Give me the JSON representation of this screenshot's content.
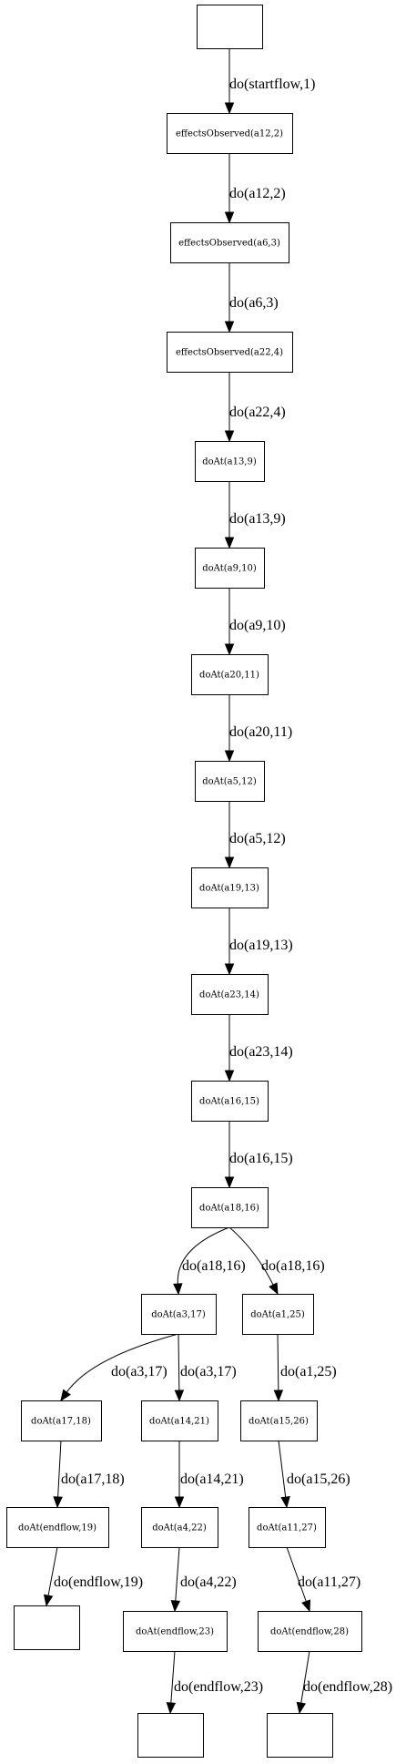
{
  "nodes": [
    {
      "id": "n0",
      "label": ""
    },
    {
      "id": "n1",
      "label": "effectsObserved(a12,2)"
    },
    {
      "id": "n2",
      "label": "effectsObserved(a6,3)"
    },
    {
      "id": "n3",
      "label": "effectsObserved(a22,4)"
    },
    {
      "id": "n4",
      "label": "doAt(a13,9)"
    },
    {
      "id": "n5",
      "label": "doAt(a9,10)"
    },
    {
      "id": "n6",
      "label": "doAt(a20,11)"
    },
    {
      "id": "n7",
      "label": "doAt(a5,12)"
    },
    {
      "id": "n8",
      "label": "doAt(a19,13)"
    },
    {
      "id": "n9",
      "label": "doAt(a23,14)"
    },
    {
      "id": "n10",
      "label": "doAt(a16,15)"
    },
    {
      "id": "n11",
      "label": "doAt(a18,16)"
    },
    {
      "id": "n12",
      "label": "doAt(a3,17)"
    },
    {
      "id": "n13",
      "label": "doAt(a1,25)"
    },
    {
      "id": "n14",
      "label": "doAt(a17,18)"
    },
    {
      "id": "n15",
      "label": "doAt(a14,21)"
    },
    {
      "id": "n16",
      "label": "doAt(a15,26)"
    },
    {
      "id": "n17",
      "label": "doAt(endflow,19)"
    },
    {
      "id": "n18",
      "label": "doAt(a4,22)"
    },
    {
      "id": "n19",
      "label": "doAt(a11,27)"
    },
    {
      "id": "n20",
      "label": ""
    },
    {
      "id": "n21",
      "label": "doAt(endflow,23)"
    },
    {
      "id": "n22",
      "label": "doAt(endflow,28)"
    },
    {
      "id": "n23",
      "label": ""
    },
    {
      "id": "n24",
      "label": ""
    }
  ],
  "edges": [
    {
      "from": "n0",
      "to": "n1",
      "label": "do(startflow,1)"
    },
    {
      "from": "n1",
      "to": "n2",
      "label": "do(a12,2)"
    },
    {
      "from": "n2",
      "to": "n3",
      "label": "do(a6,3)"
    },
    {
      "from": "n3",
      "to": "n4",
      "label": "do(a22,4)"
    },
    {
      "from": "n4",
      "to": "n5",
      "label": "do(a13,9)"
    },
    {
      "from": "n5",
      "to": "n6",
      "label": "do(a9,10)"
    },
    {
      "from": "n6",
      "to": "n7",
      "label": "do(a20,11)"
    },
    {
      "from": "n7",
      "to": "n8",
      "label": "do(a5,12)"
    },
    {
      "from": "n8",
      "to": "n9",
      "label": "do(a19,13)"
    },
    {
      "from": "n9",
      "to": "n10",
      "label": "do(a23,14)"
    },
    {
      "from": "n10",
      "to": "n11",
      "label": "do(a16,15)"
    },
    {
      "from": "n11",
      "to": "n12",
      "label": "do(a18,16)"
    },
    {
      "from": "n11",
      "to": "n13",
      "label": "do(a18,16)"
    },
    {
      "from": "n12",
      "to": "n14",
      "label": "do(a3,17)"
    },
    {
      "from": "n12",
      "to": "n15",
      "label": "do(a3,17)"
    },
    {
      "from": "n13",
      "to": "n16",
      "label": "do(a1,25)"
    },
    {
      "from": "n14",
      "to": "n17",
      "label": "do(a17,18)"
    },
    {
      "from": "n15",
      "to": "n18",
      "label": "do(a14,21)"
    },
    {
      "from": "n16",
      "to": "n19",
      "label": "do(a15,26)"
    },
    {
      "from": "n17",
      "to": "n20",
      "label": "do(endflow,19)"
    },
    {
      "from": "n18",
      "to": "n21",
      "label": "do(a4,22)"
    },
    {
      "from": "n19",
      "to": "n22",
      "label": "do(a11,27)"
    },
    {
      "from": "n21",
      "to": "n23",
      "label": "do(endflow,23)"
    },
    {
      "from": "n22",
      "to": "n24",
      "label": "do(endflow,28)"
    }
  ]
}
